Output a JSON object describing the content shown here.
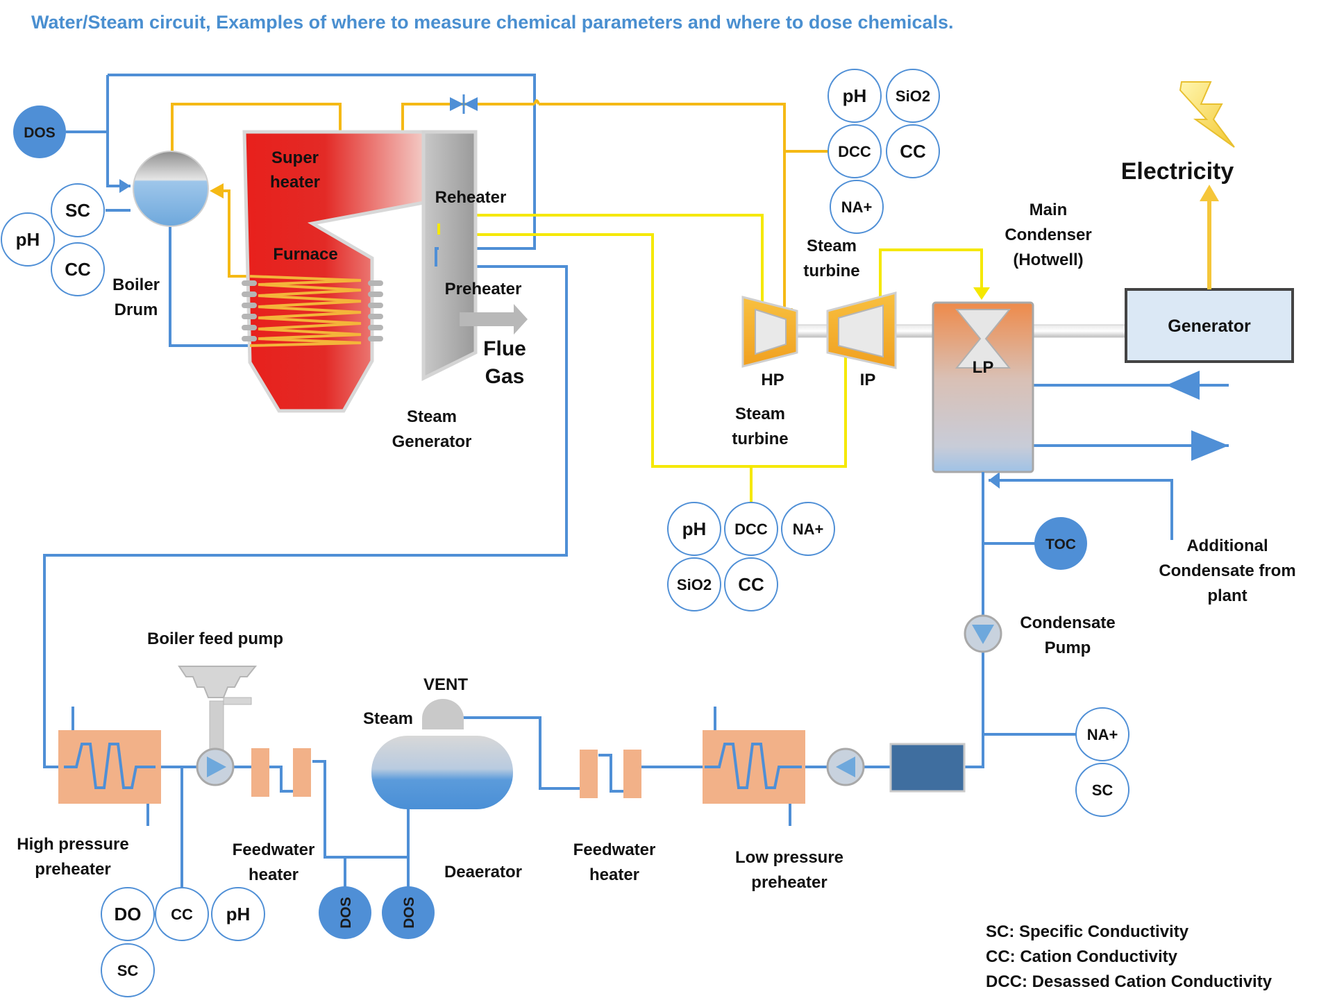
{
  "title": "Water/Steam circuit, Examples of where to measure chemical parameters and where to dose chemicals.",
  "colors": {
    "title": "#4a8fd0",
    "water_line": "#4f8fd6",
    "steam_line": "#f5b915",
    "reheat_line": "#f5e800",
    "dosing": "#4f8fd6",
    "furnace": "#e8231f",
    "heater": "#f2b188",
    "generator": "#dbe8f5"
  },
  "labels": {
    "super_heater": [
      "Super",
      "heater"
    ],
    "furnace": "Furnace",
    "reheater": "Reheater",
    "preheater": "Preheater",
    "flue_gas": [
      "Flue",
      "Gas"
    ],
    "steam_generator": [
      "Steam",
      "Generator"
    ],
    "boiler_drum": [
      "Boiler",
      "Drum"
    ],
    "steam_turbine_top": [
      "Steam",
      "turbine"
    ],
    "steam_turbine_mid": [
      "Steam",
      "turbine"
    ],
    "hp": "HP",
    "ip": "IP",
    "lp": "LP",
    "main_condenser": [
      "Main",
      "Condenser",
      "(Hotwell)"
    ],
    "electricity": "Electricity",
    "generator": "Generator",
    "additional_condensate": [
      "Additional",
      "Condensate from",
      "plant"
    ],
    "condensate_pump": [
      "Condensate",
      "Pump"
    ],
    "boiler_feed_pump": "Boiler feed pump",
    "vent": "VENT",
    "steam": "Steam",
    "deaerator": "Deaerator",
    "hp_preheater": [
      "High pressure",
      "preheater"
    ],
    "feedwater_heater_left": [
      "Feedwater",
      "heater"
    ],
    "feedwater_heater_right": [
      "Feedwater",
      "heater"
    ],
    "lp_preheater": [
      "Low pressure",
      "preheater"
    ]
  },
  "measurements": {
    "drum": [
      "SC",
      "pH",
      "CC"
    ],
    "main_steam": [
      "pH",
      "SiO2",
      "DCC",
      "CC",
      "NA+"
    ],
    "reheat_steam": [
      "pH",
      "DCC",
      "NA+",
      "SiO2",
      "CC"
    ],
    "feedwater": [
      "DO",
      "CC",
      "pH",
      "SC"
    ],
    "condensate": [
      "NA+",
      "SC"
    ]
  },
  "dosing": {
    "drum": "DOS",
    "condensate": "TOC",
    "deaerator_1": "DOS",
    "deaerator_2": "DOS"
  },
  "legend": [
    "SC: Specific Conductivity",
    "CC: Cation Conductivity",
    "DCC: Desassed Cation Conductivity"
  ]
}
